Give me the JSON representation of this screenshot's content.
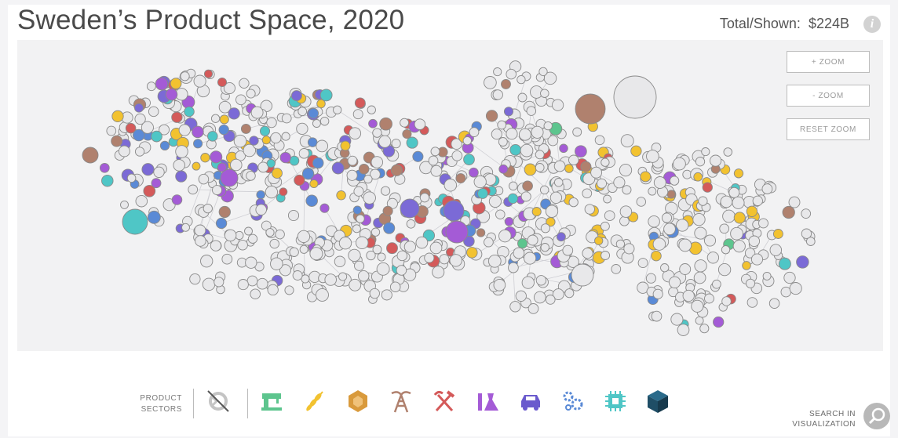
{
  "header": {
    "title": "Sweden’s Product Space, 2020",
    "total_label": "Total/Shown:",
    "total_value": "$224B"
  },
  "zoom": {
    "zoom_in": "+ ZOOM",
    "zoom_out": "- ZOOM",
    "reset": "RESET ZOOM"
  },
  "legend": {
    "sectors_line1": "PRODUCT",
    "sectors_line2": "SECTORS",
    "icons": [
      {
        "name": "services-disabled-icon",
        "color": "#bdbdbd"
      },
      {
        "name": "textiles-icon",
        "color": "#5dc58e"
      },
      {
        "name": "agriculture-icon",
        "color": "#f2c230"
      },
      {
        "name": "stone-icon",
        "color": "#d99a3c"
      },
      {
        "name": "minerals-icon",
        "color": "#b0816e"
      },
      {
        "name": "metals-icon",
        "color": "#d45a5a"
      },
      {
        "name": "chemicals-icon",
        "color": "#a45bd6"
      },
      {
        "name": "vehicles-icon",
        "color": "#6a5acd"
      },
      {
        "name": "machinery-icon",
        "color": "#5a8ad6"
      },
      {
        "name": "electronics-icon",
        "color": "#4fc6c6"
      },
      {
        "name": "other-icon",
        "color": "#1f4e66"
      }
    ]
  },
  "search": {
    "line1": "SEARCH IN",
    "line2": "VISUALIZATION"
  },
  "colors": {
    "node": "#e8e8ea",
    "node_stroke": "#8a8a8a",
    "edge": "#cfcfd4",
    "agriculture": "#f2c230",
    "minerals": "#b0816e",
    "metals": "#d45a5a",
    "chemicals": "#a45bd6",
    "vehicles": "#7b6ad6",
    "machinery": "#5a8ad6",
    "electronics": "#4fc6c6",
    "textiles": "#5dc58e",
    "stone": "#d99a3c"
  }
}
